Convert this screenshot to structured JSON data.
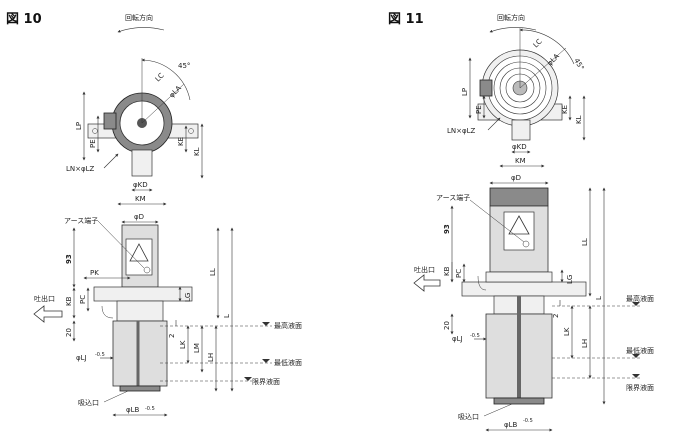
{
  "fig10": {
    "title": "図 10",
    "rotation": "回転方向",
    "top_view": {
      "d45": "45°",
      "lc": "LC",
      "la": "φLA",
      "lp": "LP",
      "pe": "PE",
      "ke": "KE",
      "kl": "KL",
      "lnlz": "LN×φLZ",
      "kd": "φKD",
      "km": "KM"
    },
    "side_view": {
      "earth": "アース端子",
      "d": "φD",
      "n93": "93",
      "pk": "PK",
      "kb": "KB",
      "pc": "PC",
      "lg": "LG",
      "ll": "LL",
      "l": "L",
      "n20": "20",
      "n2": "2",
      "lk": "LK",
      "lm": "LM",
      "lh": "LH",
      "lj": "φLJ",
      "lj_sub": "-0.5",
      "lb": "φLB",
      "lb_sub": "-0.5",
      "outlet": "吐出口",
      "inlet": "吸込口",
      "max_level": "最高液面",
      "min_level": "最低液面",
      "limit_level": "限界液面"
    }
  },
  "fig11": {
    "title": "図 11",
    "rotation": "回転方向",
    "top_view": {
      "d45": "45°",
      "lc": "LC",
      "la": "φLA",
      "lp": "LP",
      "pe": "PE",
      "ke": "KE",
      "kl": "KL",
      "lnlz": "LN×φLZ",
      "kd": "φKD",
      "km": "KM"
    },
    "side_view": {
      "d": "φD",
      "earth": "アース端子",
      "n93": "93",
      "kb": "KB",
      "pc": "PC",
      "lg": "LG",
      "ll": "LL",
      "l": "L",
      "n20": "20",
      "n2": "2",
      "lk": "LK",
      "lh": "LH",
      "lj": "φLJ",
      "lj_sub": "-0.5",
      "lb": "φLB",
      "lb_sub": "-0.5",
      "outlet": "吐出口",
      "inlet": "吸込口",
      "max_level": "最高液面",
      "min_level": "最低液面",
      "limit_level": "限界液面"
    }
  }
}
